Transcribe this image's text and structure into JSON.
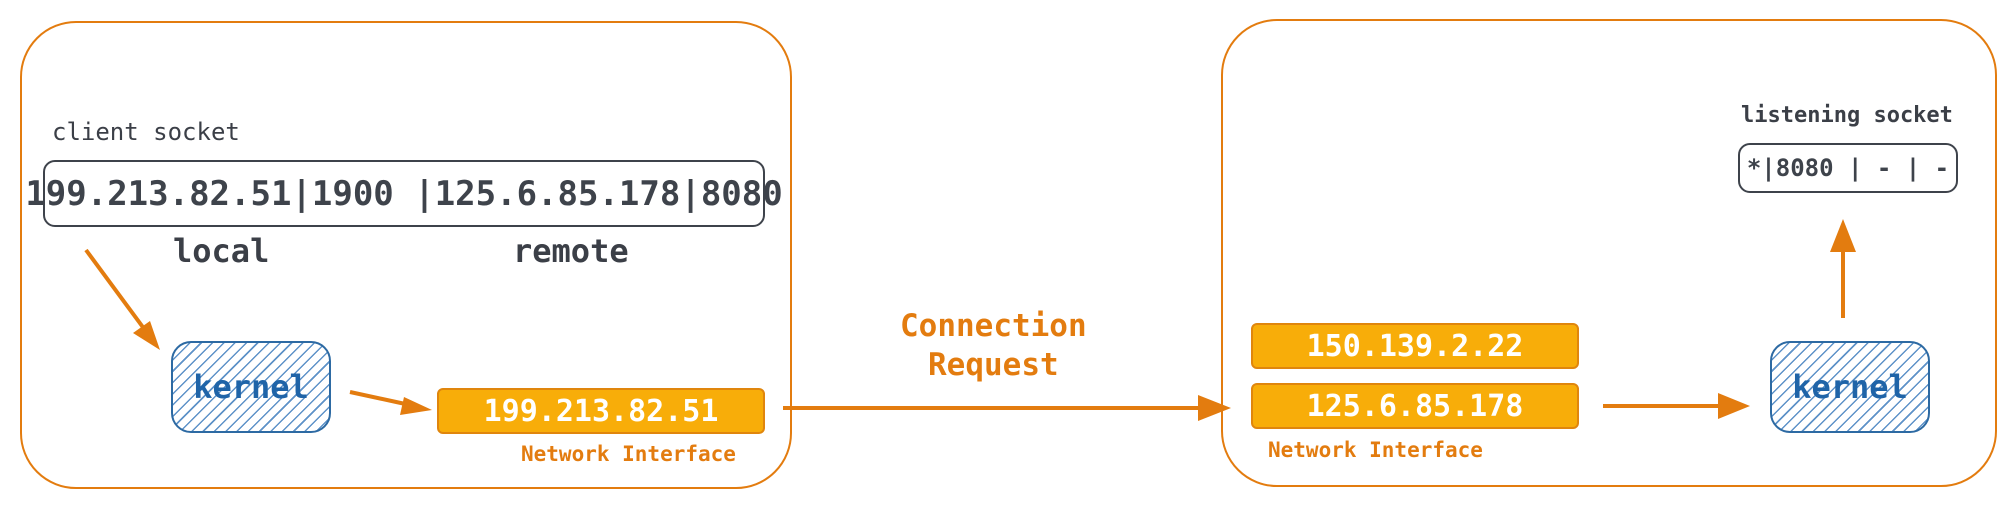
{
  "colors": {
    "accent_orange": "#e37c0f",
    "nic_fill": "#f8ad09",
    "kernel_blue": "#1f64a8",
    "text_dark": "#3e434b"
  },
  "client_host": {
    "socket_title": "client socket",
    "socket_tuple": "199.213.82.51|1900 |125.6.85.178|8080",
    "local_label": "local",
    "remote_label": "remote",
    "kernel_label": "kernel",
    "nic_ip": "199.213.82.51",
    "nic_caption": "Network Interface"
  },
  "connection": {
    "line1": "Connection",
    "line2": "Request"
  },
  "server_host": {
    "nic_ip_top": "150.139.2.22",
    "nic_ip_bottom": "125.6.85.178",
    "nic_caption": "Network Interface",
    "kernel_label": "kernel",
    "socket_title": "listening socket",
    "socket_tuple": "*|8080 | - | -"
  }
}
